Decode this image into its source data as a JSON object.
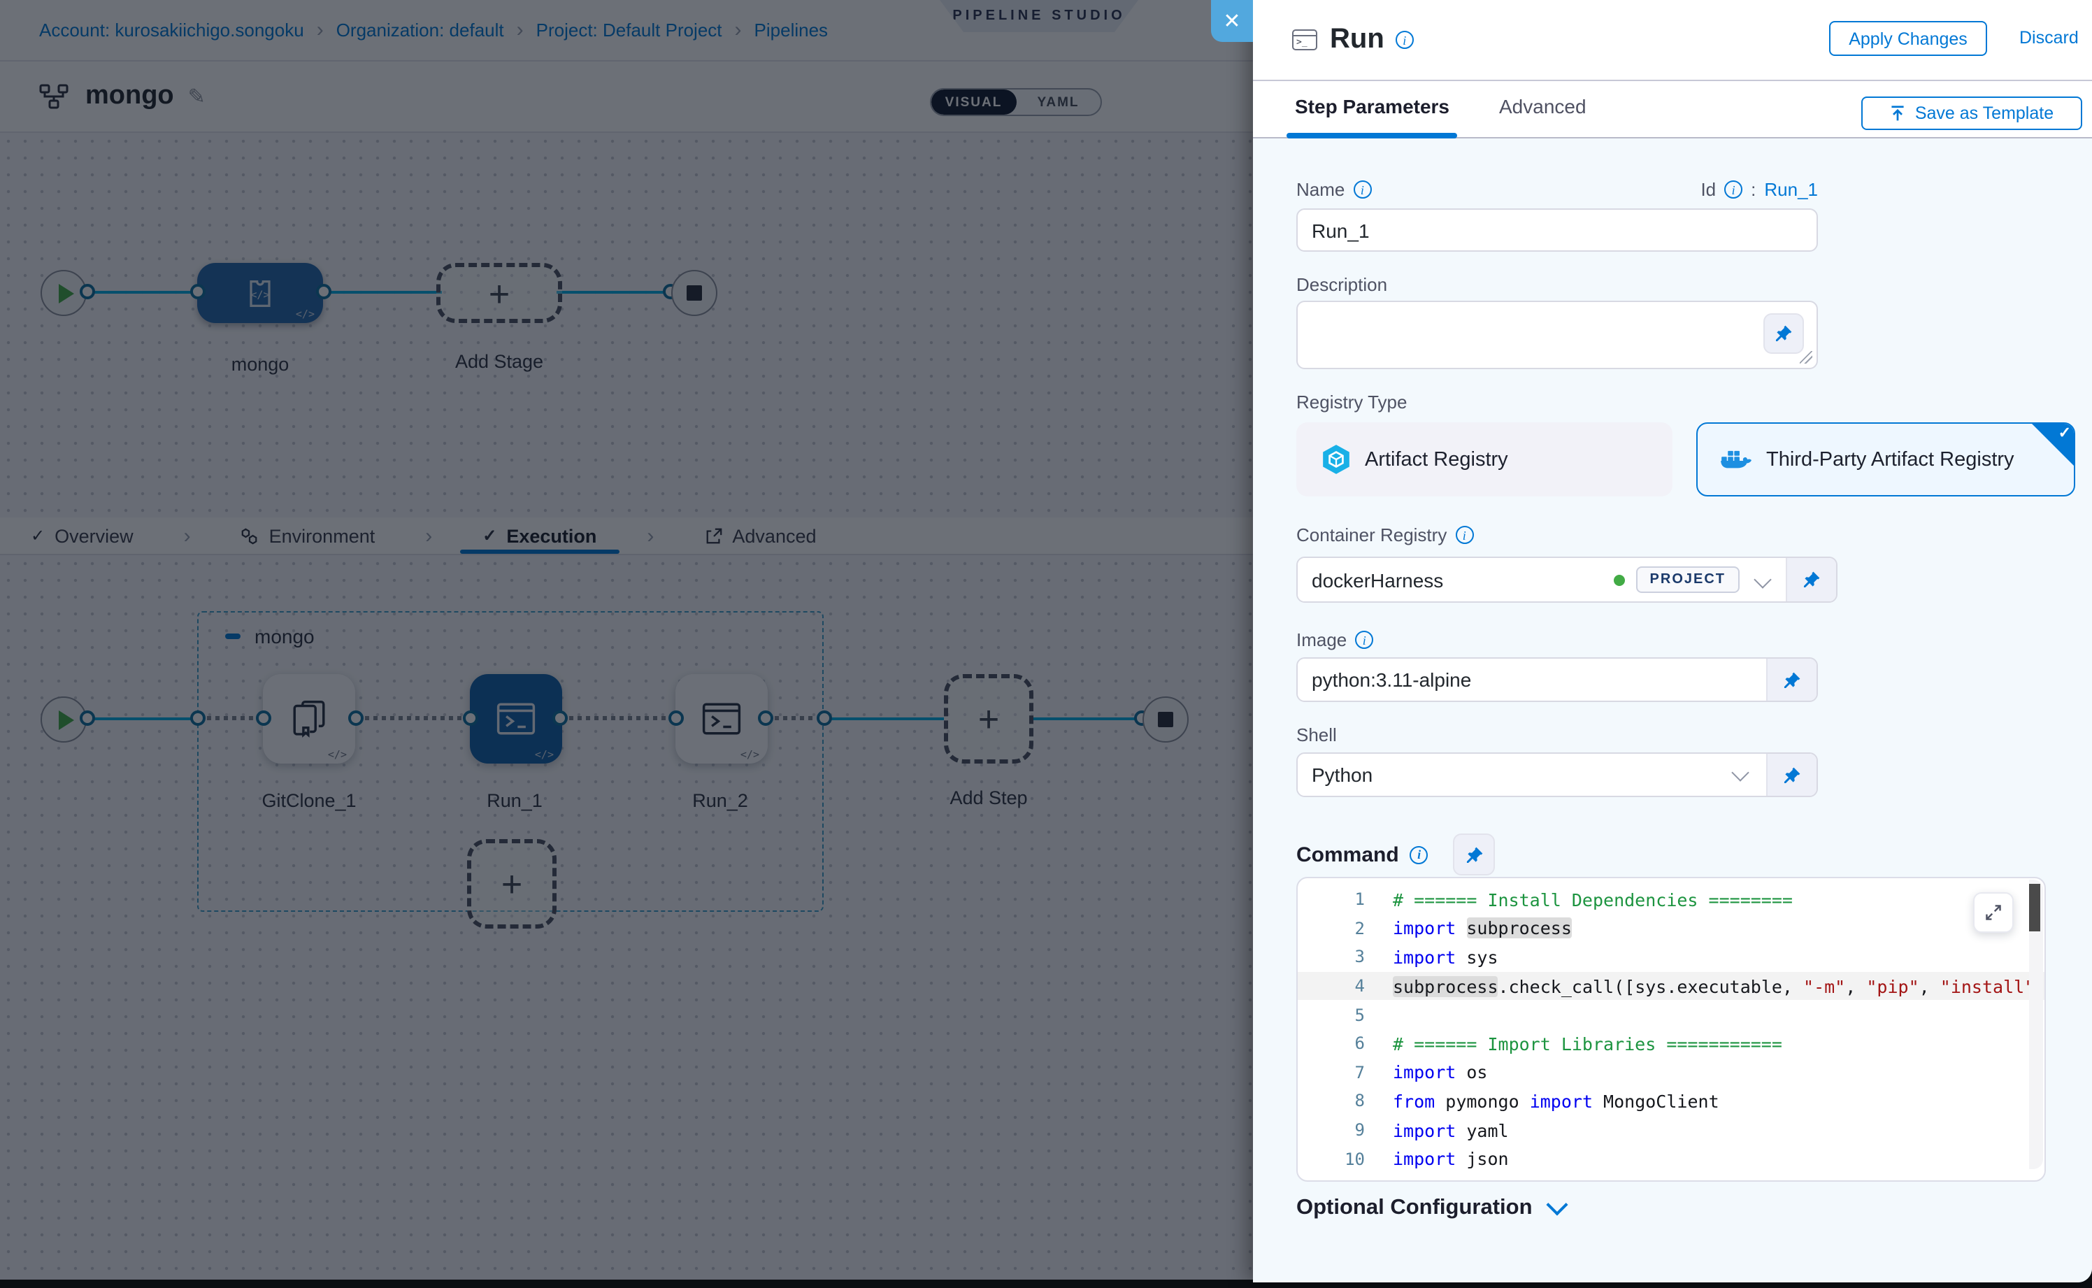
{
  "studio": {
    "breadcrumb": {
      "separator": "›",
      "items": [
        "Account: kurosakiichigo.songoku",
        "Organization: default",
        "Project: Default Project",
        "Pipelines"
      ]
    },
    "badge": "PIPELINE STUDIO",
    "close_label": "✕",
    "pipeline_title": "mongo",
    "view_toggle": {
      "visual": "VISUAL",
      "yaml": "YAML",
      "selected": "VISUAL"
    },
    "stage_row": {
      "stage_label": "mongo",
      "add_stage_label": "Add Stage",
      "code_badge": "</>"
    },
    "tabs": [
      {
        "label": "Overview"
      },
      {
        "label": "Environment"
      },
      {
        "label": "Execution",
        "active": true
      },
      {
        "label": "Advanced"
      }
    ],
    "tab_separator": "›",
    "execution": {
      "group_label": "mongo",
      "steps": [
        {
          "label": "GitClone_1",
          "selected": false
        },
        {
          "label": "Run_1",
          "selected": true
        },
        {
          "label": "Run_2",
          "selected": false
        }
      ],
      "add_step_label": "Add Step",
      "code_badge": "</>"
    }
  },
  "panel": {
    "title": "Run",
    "apply_label": "Apply Changes",
    "discard_label": "Discard",
    "tabs": {
      "step_parameters": "Step Parameters",
      "advanced": "Advanced",
      "active": "Step Parameters"
    },
    "save_as_template": "Save as Template",
    "fields": {
      "name": {
        "label": "Name",
        "value": "Run_1"
      },
      "id": {
        "label": "Id",
        "separator": ":",
        "value": "Run_1"
      },
      "description": {
        "label": "Description",
        "value": ""
      },
      "registry_type": {
        "label": "Registry Type",
        "options": [
          {
            "label": "Artifact Registry",
            "selected": false
          },
          {
            "label": "Third-Party Artifact Registry",
            "selected": true
          }
        ]
      },
      "container_registry": {
        "label": "Container Registry",
        "value": "dockerHarness",
        "scope_badge": "PROJECT"
      },
      "image": {
        "label": "Image",
        "value": "python:3.11-alpine"
      },
      "shell": {
        "label": "Shell",
        "value": "Python"
      },
      "command": {
        "label": "Command"
      }
    },
    "command_editor": {
      "lines": [
        {
          "n": "1",
          "current": false,
          "tokens": [
            [
              "c",
              "# ====== Install Dependencies ========"
            ]
          ]
        },
        {
          "n": "2",
          "current": false,
          "tokens": [
            [
              "k",
              "import"
            ],
            [
              "p",
              " "
            ],
            [
              "h",
              "subprocess"
            ]
          ]
        },
        {
          "n": "3",
          "current": false,
          "tokens": [
            [
              "k",
              "import"
            ],
            [
              "p",
              " sys"
            ]
          ]
        },
        {
          "n": "4",
          "current": true,
          "tokens": [
            [
              "h",
              "subprocess"
            ],
            [
              "p",
              ".check_call([sys.executable, "
            ],
            [
              "s",
              "\"-m\""
            ],
            [
              "p",
              ", "
            ],
            [
              "s",
              "\"pip\""
            ],
            [
              "p",
              ", "
            ],
            [
              "s",
              "\"install\""
            ],
            [
              "p",
              ","
            ]
          ]
        },
        {
          "n": "5",
          "current": false,
          "tokens": []
        },
        {
          "n": "6",
          "current": false,
          "tokens": [
            [
              "c",
              "# ====== Import Libraries ==========="
            ]
          ]
        },
        {
          "n": "7",
          "current": false,
          "tokens": [
            [
              "k",
              "import"
            ],
            [
              "p",
              " os"
            ]
          ]
        },
        {
          "n": "8",
          "current": false,
          "tokens": [
            [
              "k",
              "from"
            ],
            [
              "p",
              " pymongo "
            ],
            [
              "k",
              "import"
            ],
            [
              "p",
              " MongoClient"
            ]
          ]
        },
        {
          "n": "9",
          "current": false,
          "tokens": [
            [
              "k",
              "import"
            ],
            [
              "p",
              " yaml"
            ]
          ]
        },
        {
          "n": "10",
          "current": false,
          "tokens": [
            [
              "k",
              "import"
            ],
            [
              "p",
              " json"
            ]
          ]
        }
      ]
    },
    "optional_configuration": "Optional Configuration"
  },
  "icons": {
    "pipeline": "flowchart-icon",
    "edit": "pencil-icon",
    "close": "close-icon",
    "run_step": "terminal-icon",
    "git_clone": "git-clone-icon",
    "add": "plus-icon",
    "info": "info-icon",
    "pin": "pin-icon",
    "artifact_registry": "hexagon-cube-icon",
    "third_party_registry": "docker-whale-icon",
    "save_template": "upload-icon",
    "expand": "expand-icon",
    "chevron": "chevron-down-icon"
  },
  "colors": {
    "accent": "#0278d5",
    "connector": "#00ade4",
    "selected_node": "#0f60a7",
    "stage_node": "#2566ab",
    "close_button": "#52a8de",
    "panel_bg": "#f3f9fd",
    "success_green": "#42ab45",
    "code_keyword": "#0000f0",
    "code_string": "#a31515",
    "code_comment": "#1d9440"
  }
}
